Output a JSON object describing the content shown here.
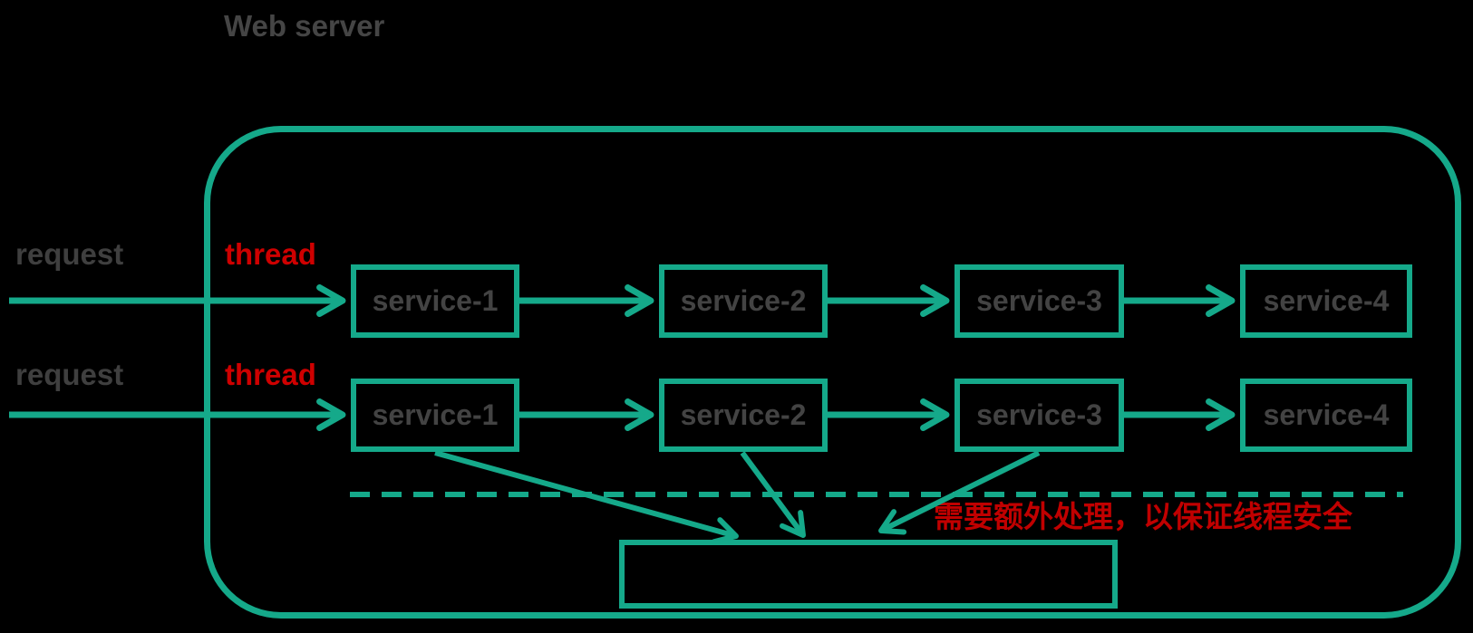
{
  "title": "Web server",
  "lanes": [
    {
      "request_label": "request",
      "thread_label": "thread",
      "services": [
        "service-1",
        "service-2",
        "service-3",
        "service-4"
      ]
    },
    {
      "request_label": "request",
      "thread_label": "thread",
      "services": [
        "service-1",
        "service-2",
        "service-3",
        "service-4"
      ]
    }
  ],
  "annotation": "需要额外处理，以保证线程安全",
  "shared_resource_box_label": "",
  "colors": {
    "teal": "#15A98A",
    "thread_red": "#CE0000",
    "annotation_red": "#C00000",
    "text_gray": "#3F3F3F",
    "service_text_gray": "#434343",
    "background": "#000000"
  }
}
